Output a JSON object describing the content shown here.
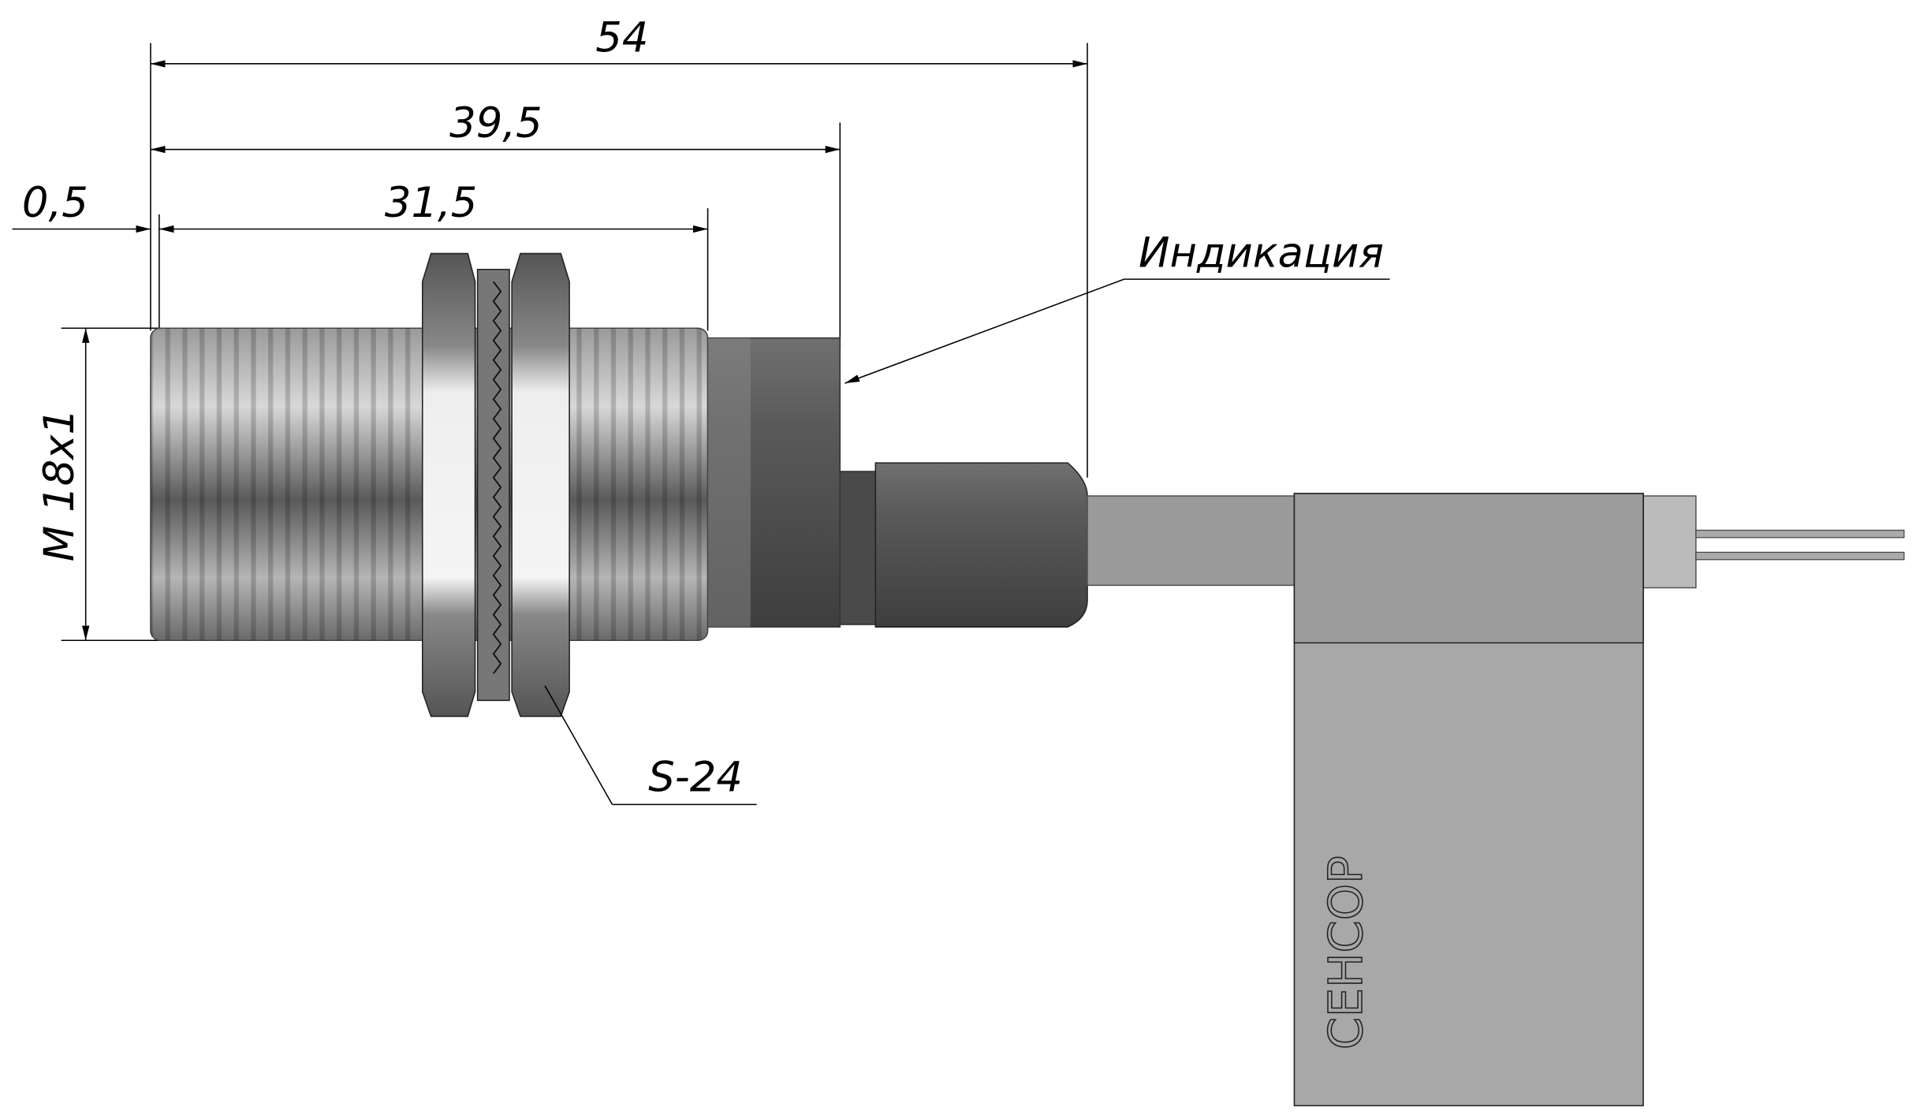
{
  "dimensions": {
    "total_length": "54",
    "housing_length": "39,5",
    "thread_length": "31,5",
    "offset": "0,5",
    "thread_size": "M 18x1"
  },
  "callouts": {
    "indication": "Индикация",
    "nut_size": "S-24"
  },
  "label_text": "СЕНСОР"
}
